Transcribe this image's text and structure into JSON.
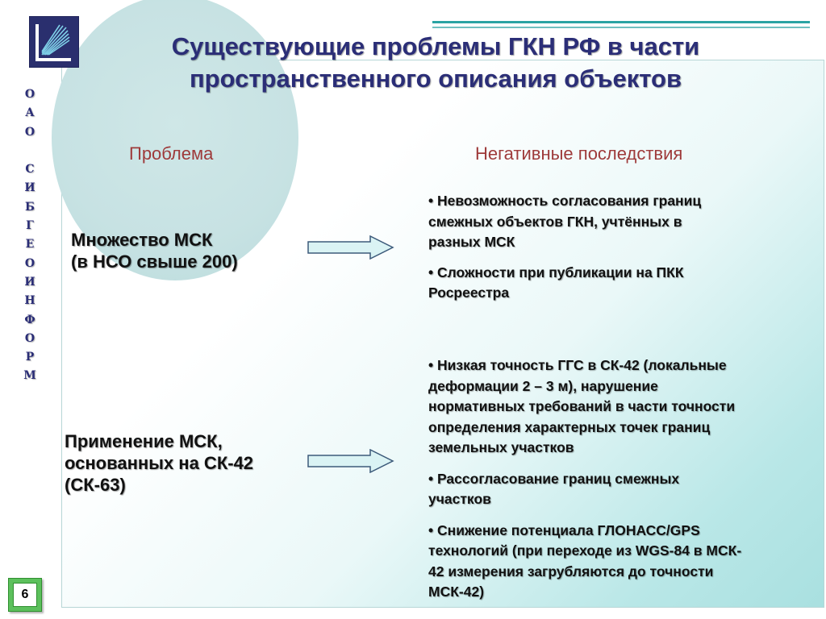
{
  "title": {
    "line1": "Существующие проблемы ГКН РФ в части",
    "line2": "пространственного описания объектов"
  },
  "side_text": [
    "О",
    "А",
    "О",
    " ",
    "С",
    "И",
    "Б",
    "Г",
    "Е",
    "О",
    "И",
    "Н",
    "Ф",
    "О",
    "Р",
    "М"
  ],
  "columns": {
    "problem_header": "Проблема",
    "consequence_header": "Негативные последствия"
  },
  "problems": [
    {
      "lines": [
        "Множество МСК",
        "(в НСО свыше 200)"
      ],
      "consequences": [
        [
          "• Невозможность согласования границ",
          "смежных объектов ГКН, учтённых в",
          "разных МСК"
        ],
        [
          "• Сложности при публикации на ПКК",
          "Росреестра"
        ]
      ]
    },
    {
      "lines": [
        "Применение МСК,",
        "основанных на СК-42",
        "(СК-63)"
      ],
      "consequences": [
        [
          "• Низкая точность ГГС в СК-42 (локальные",
          "деформации 2 – 3 м), нарушение",
          "нормативных требований в части точности",
          "определения характерных точек границ",
          "земельных участков"
        ],
        [
          "• Рассогласование границ смежных",
          "участков"
        ],
        [
          "• Снижение потенциала ГЛОНАСС/GPS",
          "технологий (при переходе из WGS-84 в МСК-",
          "42 измерения загрубляются до точности",
          "МСК-42)"
        ]
      ]
    }
  ],
  "page_number": "6",
  "colors": {
    "title": "#2b2e77",
    "header": "#9e3a3a",
    "accent": "#2aa3a3",
    "badge": "#5cc05c"
  }
}
